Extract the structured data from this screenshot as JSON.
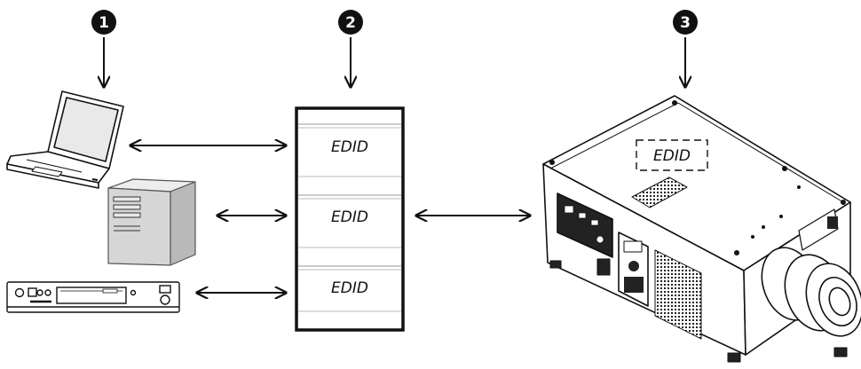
{
  "badges": [
    {
      "label": "1"
    },
    {
      "label": "2"
    },
    {
      "label": "3"
    }
  ],
  "edid_slots": [
    {
      "label": "EDID"
    },
    {
      "label": "EDID"
    },
    {
      "label": "EDID"
    }
  ],
  "projector_edid": {
    "label": "EDID"
  },
  "colors": {
    "ink": "#111111",
    "device_fill": "#ffffff",
    "screen": "#e9e9e9"
  },
  "icons": [
    "laptop-icon",
    "desktop-tower-icon",
    "av-receiver-icon",
    "projector-icon"
  ]
}
